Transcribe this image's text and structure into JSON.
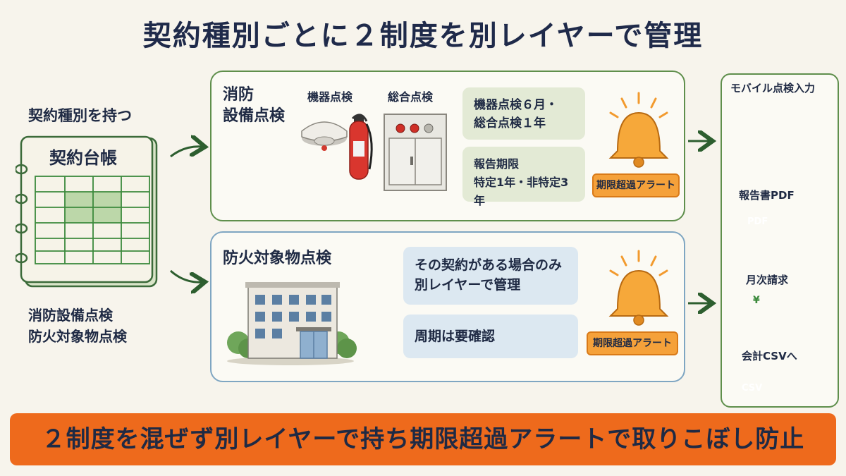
{
  "title": "契約種別ごとに２制度を別レイヤーで管理",
  "left": {
    "label": "契約種別を持つ",
    "ledger_title": "契約台帳",
    "types": [
      "消防設備点検",
      "防火対象物点検"
    ]
  },
  "fire_panel": {
    "title_lines": [
      "消防",
      "設備点検"
    ],
    "equipment_label": "機器点検",
    "general_label": "総合点検",
    "info1": [
      "機器点検６月・",
      "総合点検１年"
    ],
    "info2": [
      "報告期限",
      "特定1年・非特定3年"
    ],
    "alert": "期限超過アラート"
  },
  "prevention_panel": {
    "title": "防火対象物点検",
    "info1": [
      "その契約がある場合のみ",
      "別レイヤーで管理"
    ],
    "info2": "周期は要確認",
    "alert": "期限超過アラート"
  },
  "right_flow": {
    "mobile": "モバイル点検入力",
    "report": "報告書PDF",
    "pdf_tag": "PDF",
    "billing": "月次請求",
    "yen": "¥",
    "csv": "会計CSVへ",
    "csv_tag": "CSV"
  },
  "bottom_banner": "２制度を混ぜず別レイヤーで持ち期限超過アラートで取りこぼし防止",
  "colors": {
    "background": "#f7f4ec",
    "green_border": "#5f8f4c",
    "blue_border": "#7fa6c2",
    "alert_orange": "#f5a13a",
    "banner_orange": "#ee6a1c",
    "text_navy": "#1f2a44"
  }
}
